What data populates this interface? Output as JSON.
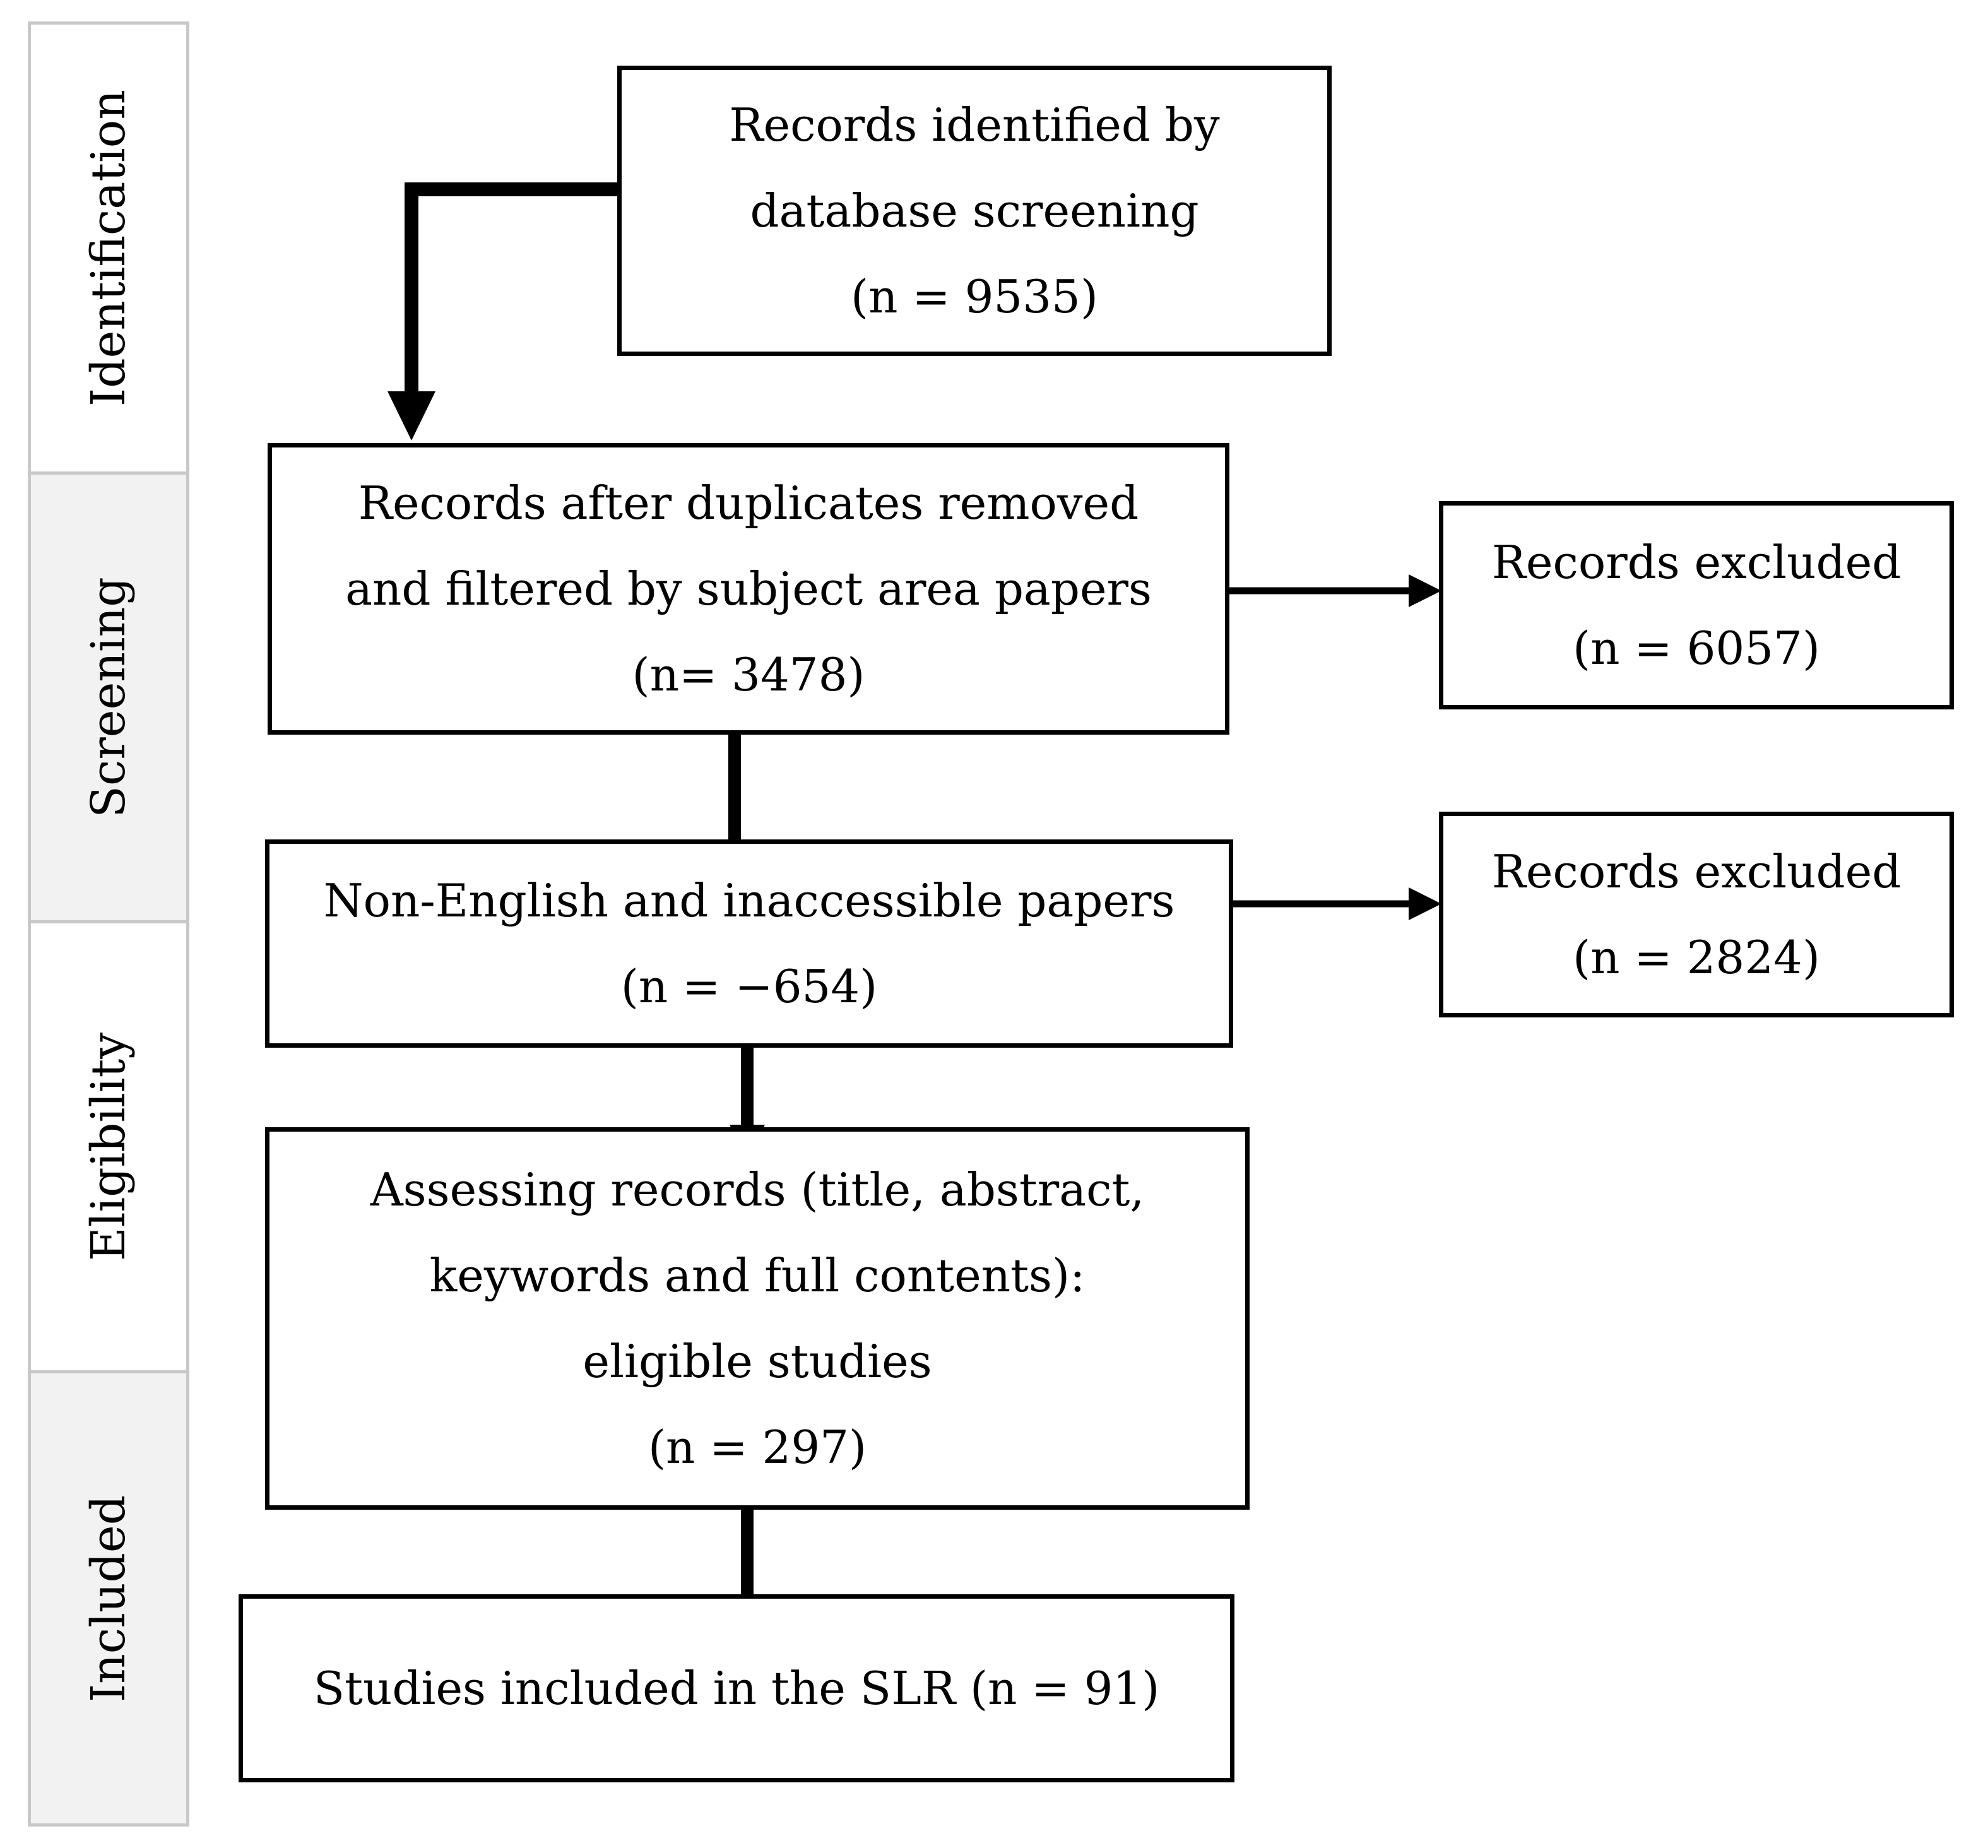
{
  "phases": [
    {
      "label": "Identification"
    },
    {
      "label": "Screening"
    },
    {
      "label": "Eligibility"
    },
    {
      "label": "Included"
    }
  ],
  "boxes": {
    "identified": {
      "lines": [
        "Records identified by",
        "database screening",
        "(n = 9535)"
      ]
    },
    "deduplicated": {
      "lines": [
        "Records after duplicates removed",
        "and filtered by subject area papers",
        "(n= 3478)"
      ]
    },
    "excluded_1": {
      "lines": [
        "Records excluded",
        "(n = 6057)"
      ]
    },
    "non_english": {
      "lines": [
        "Non-English and inaccessible papers",
        "(n = −654)"
      ]
    },
    "excluded_2": {
      "lines": [
        "Records excluded",
        "(n = 2824)"
      ]
    },
    "assessing": {
      "lines": [
        "Assessing records (title, abstract,",
        "keywords and full contents):",
        "eligible studies",
        "(n = 297)"
      ]
    },
    "included": {
      "lines": [
        "Studies included in the SLR (n = 91)"
      ]
    }
  },
  "colors": {
    "line": "#000000",
    "phase_border": "#c8c8c8",
    "phase_fill": "#f2f2f2"
  }
}
